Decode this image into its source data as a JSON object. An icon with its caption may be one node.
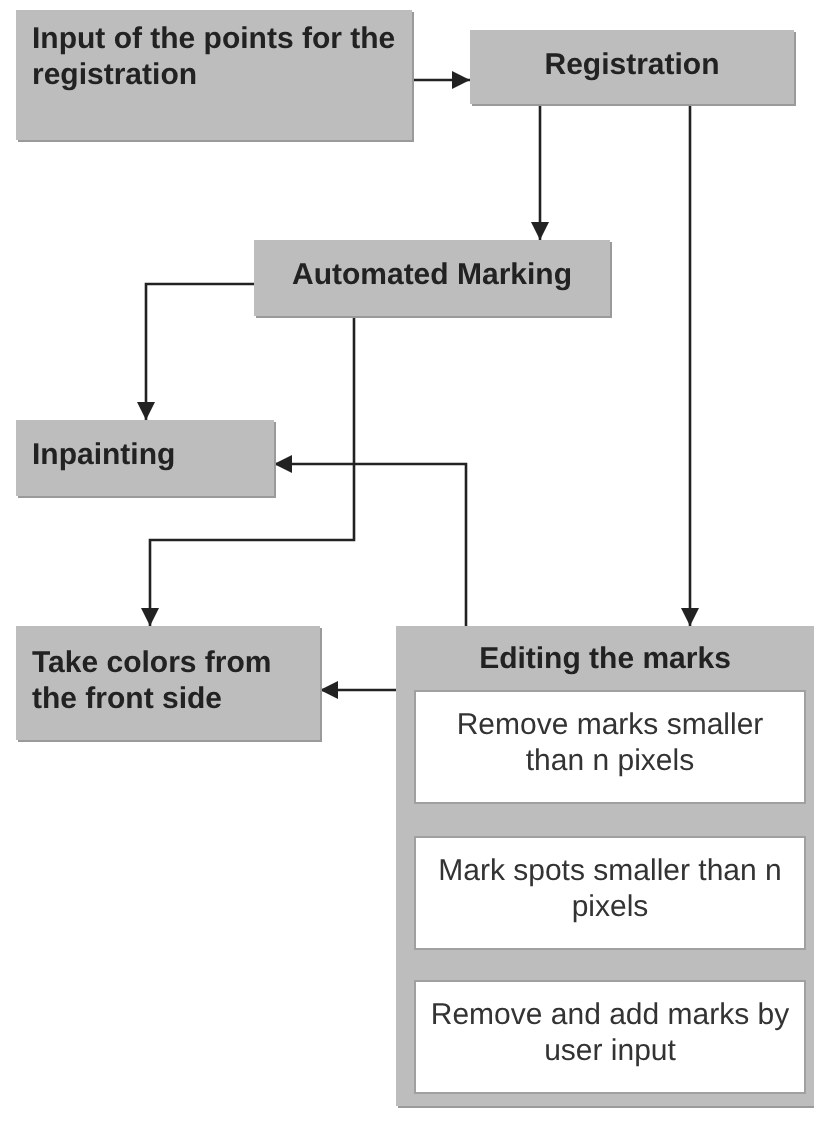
{
  "diagram": {
    "nodes": [
      {
        "text": [
          "Input of the points for the registration"
        ]
      },
      {
        "text": [
          "Registration"
        ]
      },
      {
        "text": [
          "Automated Marking"
        ]
      },
      {
        "text": [
          "Inpainting"
        ]
      },
      {
        "text": [
          "Take colors from the front side"
        ]
      },
      {
        "text": [
          "Editing the marks"
        ]
      },
      {
        "text": [
          "Remove marks smaller than n pixels"
        ],
        "in": 5
      },
      {
        "text": [
          "Mark spots smaller than n pixels"
        ],
        "in": 5
      },
      {
        "text": [
          "Remove and add marks by user input"
        ],
        "in": 5
      }
    ],
    "edges": [
      {
        "from": 0,
        "to": 1,
        "arrow": "to"
      },
      {
        "from": 1,
        "to": 2,
        "arrow": "to"
      },
      {
        "from": 2,
        "to": 3,
        "arrow": "to"
      },
      {
        "from": 2,
        "to": 4,
        "arrow": "to"
      },
      {
        "from": 1,
        "to": 5,
        "arrow": "to"
      },
      {
        "from": 5,
        "to": 3,
        "arrow": "to"
      },
      {
        "from": 5,
        "to": 4,
        "arrow": "to"
      }
    ]
  }
}
